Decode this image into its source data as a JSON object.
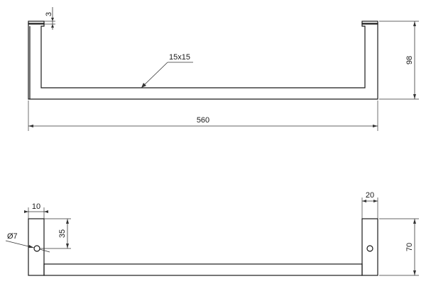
{
  "colors": {
    "line": "#1a1a1a",
    "dimension": "#333333",
    "background": "#ffffff"
  },
  "top_view": {
    "profile_label": "15x15",
    "end_cap_thickness": "3",
    "overall_length": "560",
    "overall_depth": "98"
  },
  "front_view": {
    "wall_plate_width": "10",
    "hole_diameter": "Ø7",
    "hole_offset": "35",
    "end_block_width": "20",
    "overall_height": "70"
  }
}
